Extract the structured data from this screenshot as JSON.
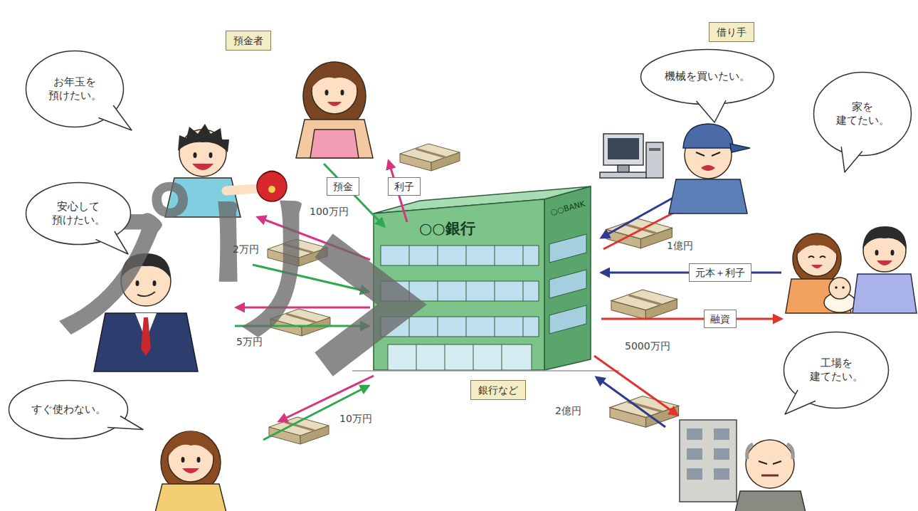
{
  "diagram": {
    "nodes": [
      {
        "text": [
          "借り手"
        ]
      },
      {
        "text": [
          "預金者"
        ]
      },
      {
        "text": [
          "機械を買いたい。"
        ]
      },
      {
        "text": [
          "お年玉を 預けたい。"
        ]
      },
      {
        "text": [
          "家を 建てたい。"
        ]
      },
      {
        "text": [
          "預金"
        ]
      },
      {
        "text": [
          "利子"
        ]
      },
      {
        "text": [
          "安心して 預けたい。"
        ]
      },
      {
        "text": [
          "元本＋利子"
        ]
      },
      {
        "text": [
          "融資"
        ]
      },
      {
        "text": [
          "工場を 建てたい。"
        ]
      },
      {
        "text": [
          "銀行など"
        ]
      },
      {
        "text": [
          "すぐ使わない。"
        ]
      }
    ],
    "labels": [
      "100万円",
      "2万円",
      "5万円",
      "1億円",
      "5000万円",
      "10万円",
      "2億円",
      "○○銀行",
      "○○BANK",
      "プリ"
    ]
  }
}
